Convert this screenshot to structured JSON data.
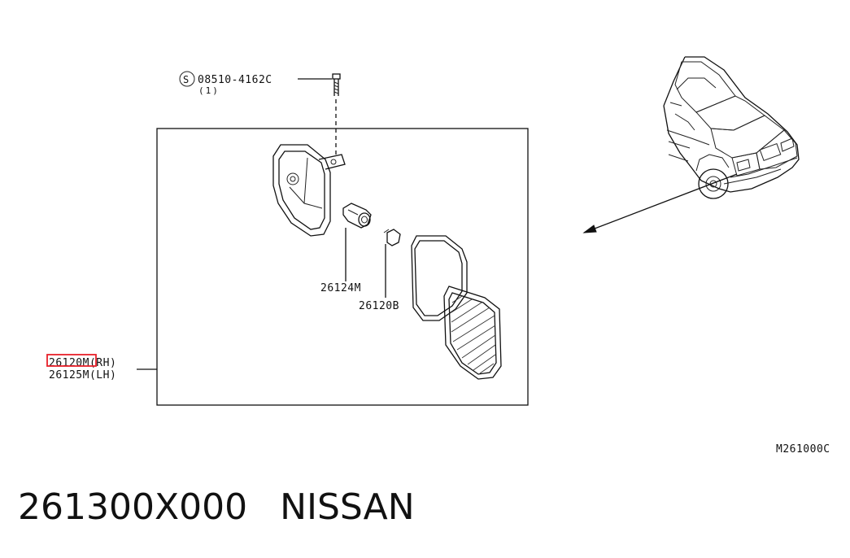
{
  "diagram": {
    "bolt_label": "08510-4162C",
    "bolt_qty": "(1)",
    "bolt_symbol": "S",
    "part_socket": "26124M",
    "part_bulb": "26120B",
    "part_rh": "26120M(RH)",
    "part_lh": "26125M(LH)",
    "drawing_code": "M261000C",
    "highlight_color": "#e8202a"
  },
  "footer": {
    "part_number": "261300X000",
    "brand": "NISSAN"
  }
}
